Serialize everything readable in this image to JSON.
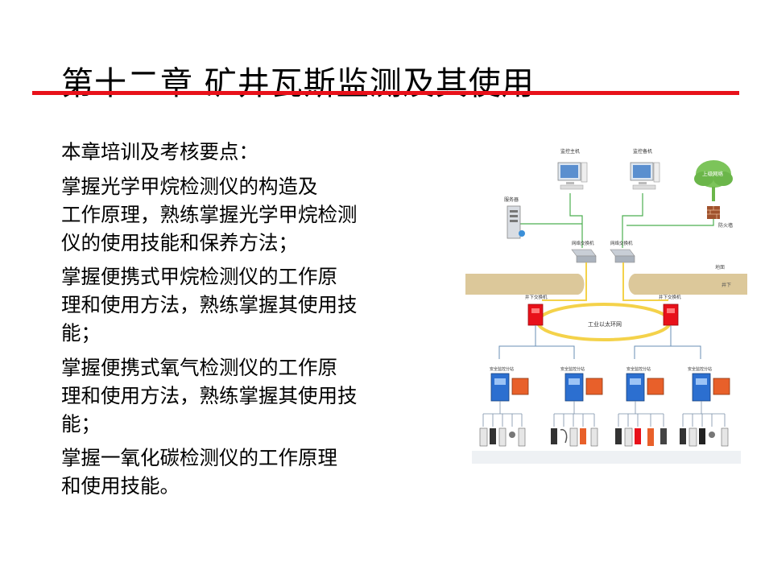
{
  "slide": {
    "title": "第十二章  矿井瓦斯监测及其使用",
    "intro": "本章培训及考核要点：",
    "points": [
      [
        "  掌握光学甲烷检测仪的构造及",
        "工作原理，熟练掌握光学甲烷检测",
        "仪的使用技能和保养方法；"
      ],
      [
        "    掌握便携式甲烷检测仪的工作原",
        "理和使用方法，熟练掌握其使用技",
        "能；"
      ],
      [
        "    掌握便携式氧气检测仪的工作原",
        "理和使用方法，熟练掌握其使用技",
        "能；"
      ],
      [
        "    掌握一氧化碳检测仪的工作原理",
        "和使用技能。"
      ]
    ]
  },
  "diagram": {
    "labels": {
      "monitor_host": "监控主机",
      "monitor_backup": "监控备机",
      "server": "服务器",
      "upper_network": "上级网络",
      "firewall": "防火墙",
      "switch_left": "网络交换机",
      "switch_right": "网络交换机",
      "ground": "地面",
      "underground": "井下",
      "ug_switch_left": "井下交换机",
      "ug_switch_right": "井下交换机",
      "ring": "工业以太环网",
      "substation": "安全监控分站"
    },
    "colors": {
      "accent_red": "#e8111a",
      "ground_band": "#dcc89a",
      "substation_blue": "#2c6fd0",
      "substation_orange": "#e8602a",
      "ring_yellow": "#f4d24a",
      "link_green": "#4caf50"
    }
  }
}
